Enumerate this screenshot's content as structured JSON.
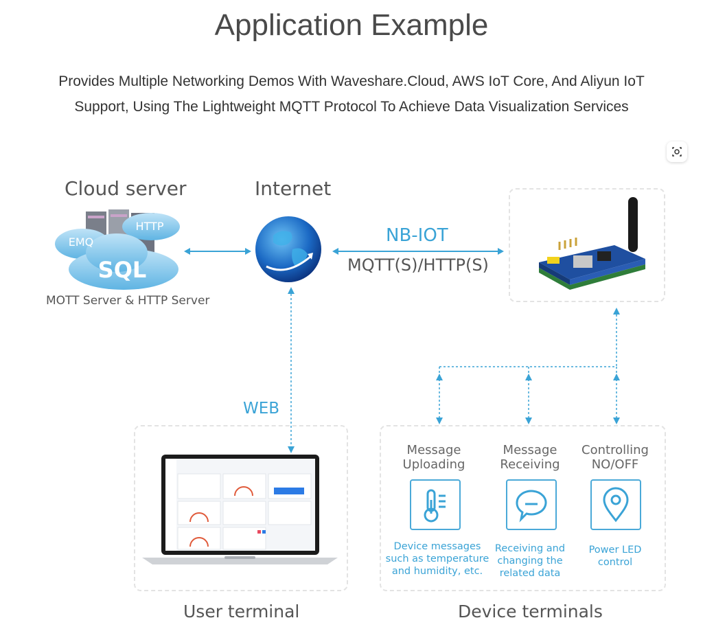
{
  "title": "Application Example",
  "subtitle_line1": "Provides Multiple Networking Demos With Waveshare.Cloud, AWS IoT Core, And Aliyun IoT",
  "subtitle_line2": "Support, Using The Lightweight MQTT Protocol To Achieve Data Visualization Services",
  "cloud": {
    "heading": "Cloud server",
    "caption": "MOTT Server & HTTP Server",
    "tags": [
      "HTTP",
      "EMQ",
      "SQL"
    ]
  },
  "internet": {
    "heading": "Internet"
  },
  "link": {
    "protocol": "NB-IOT",
    "transport": "MQTT(S)/HTTP(S)",
    "web": "WEB"
  },
  "user_terminal": {
    "label": "User terminal"
  },
  "device_terminals": {
    "label": "Device terminals",
    "columns": [
      {
        "title1": "Message",
        "title2": "Uploading",
        "icon": "thermometer-icon",
        "desc": [
          "Device messages",
          "such as temperature",
          "and humidity, etc."
        ]
      },
      {
        "title1": "Message",
        "title2": "Receiving",
        "icon": "chat-bubble-icon",
        "desc": [
          "Receiving and",
          "changing the",
          "related data"
        ]
      },
      {
        "title1": "Controlling",
        "title2": "NO/OFF",
        "icon": "location-pin-icon",
        "desc": [
          "Power LED",
          "control"
        ]
      }
    ]
  },
  "colors": {
    "accent": "#3aa3d6",
    "dashed_border": "#e3e3e3",
    "text": "#555555"
  }
}
